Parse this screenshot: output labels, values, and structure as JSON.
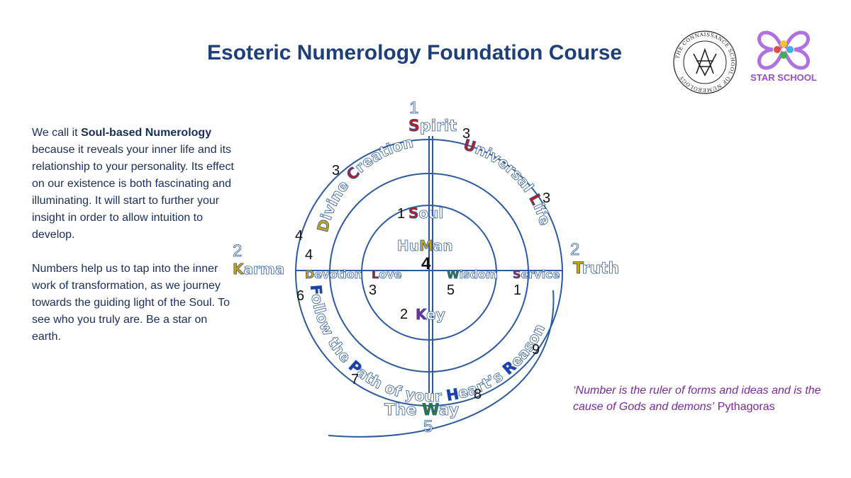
{
  "title": "Esoteric Numerology Foundation Course",
  "intro": {
    "p1_before": "We call it ",
    "p1_bold": "Soul-based Numerology",
    "p1_after": " because it reveals your inner life and its relationship to your personality. Its effect on our existence is both fascinating and illuminating. It will start to further your insight in order to allow intuition to develop.",
    "p2": "Numbers help us to tap into the inner work of transformation, as we journey towards the guiding light of the Soul. To see who you truly are. Be a star on earth."
  },
  "quote": {
    "text": "‘Number is the ruler of forms and ideas and is the cause of Gods and demons’",
    "author": "Pythagoras"
  },
  "logos": {
    "seal_text": "THE CONNAISSANCE SCHOOL OF NUMEROLOGY",
    "star_school": "STAR SCHOOL"
  },
  "diagram": {
    "spirit": {
      "num": "1",
      "first": "S",
      "rest": "pirit"
    },
    "karma": {
      "num": "2",
      "first": "K",
      "rest": "arma"
    },
    "truth": {
      "num": "2",
      "first": "T",
      "rest": "ruth"
    },
    "the_way": {
      "prefix": "The ",
      "first": "W",
      "rest": "ay",
      "num": "5"
    },
    "soul": {
      "num": "1",
      "first": "S",
      "rest": "oul"
    },
    "human": {
      "a": "Hu",
      "b": "M",
      "c": "an",
      "num": "4"
    },
    "key": {
      "num": "2",
      "first": "K",
      "rest": "ey"
    },
    "devotion": {
      "first": "D",
      "rest": "evotion"
    },
    "love": {
      "first": "L",
      "rest": "ove",
      "num": "3"
    },
    "wisdom": {
      "first": "W",
      "rest": "isdom",
      "num": "5"
    },
    "service": {
      "first": "S",
      "rest": "ervice",
      "num": "1"
    },
    "divine_creation": {
      "num1": "4",
      "num2": "3",
      "d": "D",
      "ivine": "ivine ",
      "c": "C",
      "reation": "reation"
    },
    "universal_life": {
      "num1": "3",
      "num2": "3",
      "u": "U",
      "niversal": "niversal ",
      "l": "L",
      "ife": "ife"
    },
    "follow": {
      "f": "F",
      "ollow": "ollow the ",
      "p": "P",
      "ath": "ath of your ",
      "h": "H",
      "eart": "eart’s ",
      "r": "R",
      "eason": "eason"
    },
    "path_numbers": {
      "devotion": "4",
      "f": "6",
      "p": "7",
      "h": "8",
      "r": "9"
    }
  },
  "colors": {
    "title": "#1f3f7a",
    "line": "#2c5aa0",
    "red": "#b0202a",
    "gold": "#c9a21a",
    "green": "#2a7a3a",
    "purple": "#7a2a9a",
    "blue": "#1a3fb0",
    "text_blue": "#3a78c6"
  }
}
